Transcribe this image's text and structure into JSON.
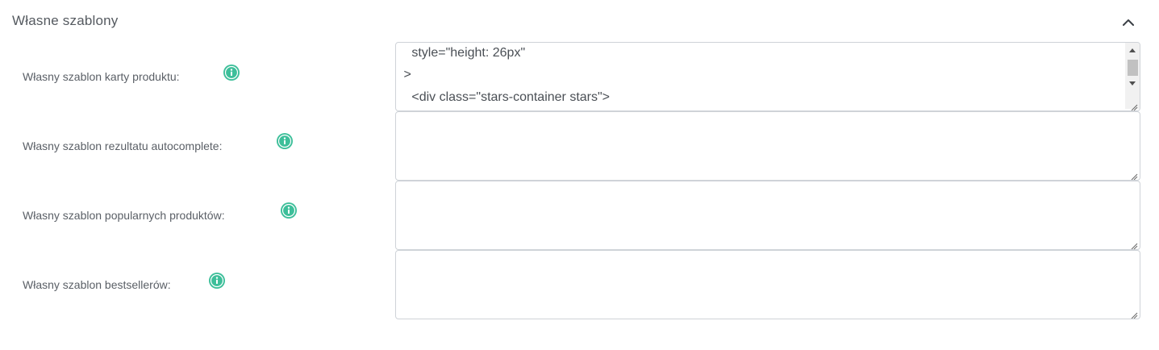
{
  "section": {
    "title": "Własne szablony",
    "collapse_icon": "chevron-up-icon"
  },
  "colors": {
    "info_icon": "#3dbf9a",
    "border": "#cfd3d8",
    "label": "#5a5f66"
  },
  "fields": [
    {
      "label": "Własny szablon karty produktu:",
      "info_icon": "info-icon",
      "value_lines": [
        "            style=\"height: 26px\"",
        "          >",
        "            <div class=\"stars-container stars\">"
      ]
    },
    {
      "label": "Własny szablon rezultatu autocomplete:",
      "info_icon": "info-icon",
      "value_lines": []
    },
    {
      "label": "Własny szablon popularnych produktów:",
      "info_icon": "info-icon",
      "value_lines": []
    },
    {
      "label": "Własny szablon bestsellerów:",
      "info_icon": "info-icon",
      "value_lines": []
    }
  ]
}
